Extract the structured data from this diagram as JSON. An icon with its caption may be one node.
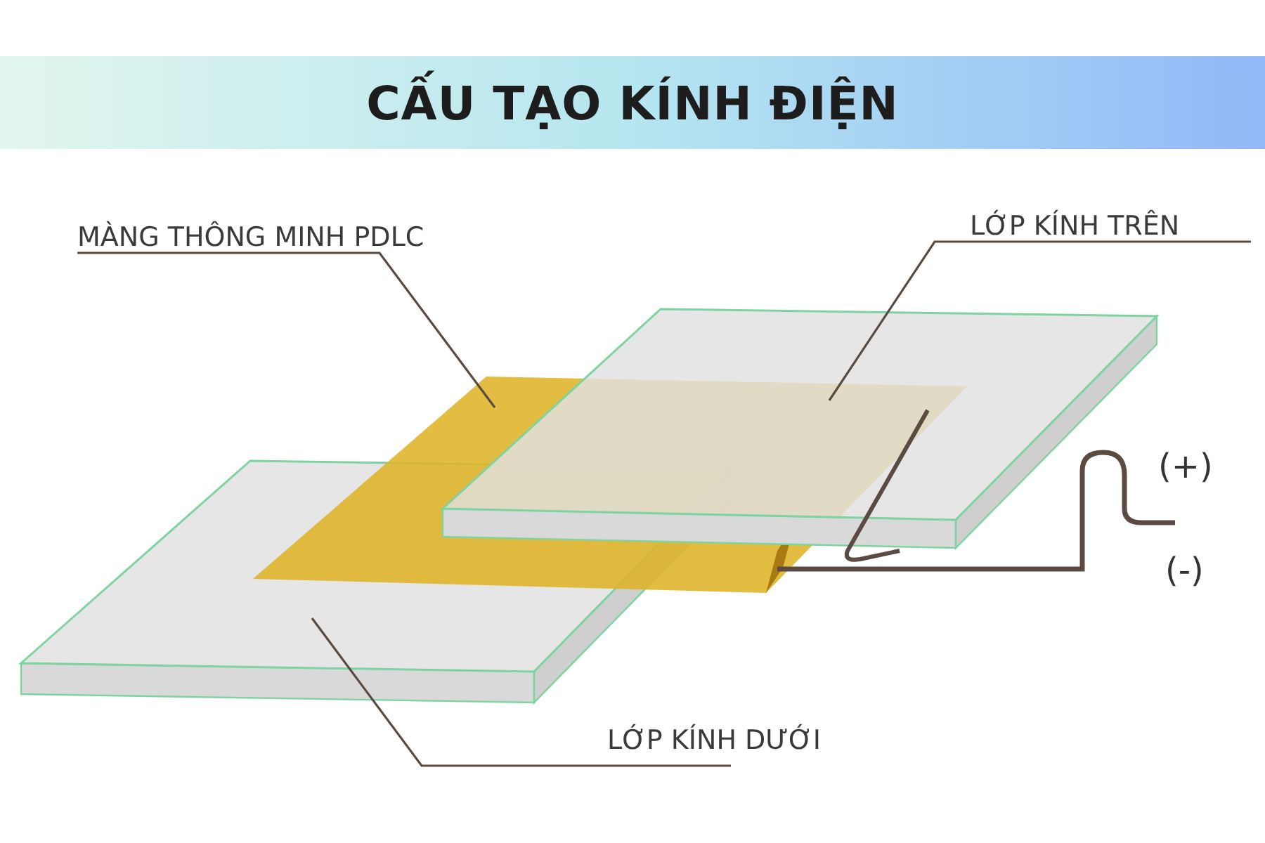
{
  "diagram": {
    "title": "CẤU TẠO KÍNH ĐIỆN",
    "nodes": [
      {
        "text": [
          "MÀNG THÔNG MINH PDLC"
        ]
      },
      {
        "text": [
          "LỚP KÍNH TRÊN"
        ]
      },
      {
        "text": [
          "LỚP KÍNH DƯỚI"
        ]
      },
      {
        "text": [],
        "shape": "box"
      },
      {
        "text": [],
        "shape": "box"
      },
      {
        "text": [],
        "shape": "box"
      }
    ],
    "edges": [
      {
        "from": 0,
        "to": 3,
        "arrow": "none"
      },
      {
        "from": 1,
        "to": 4,
        "arrow": "none"
      },
      {
        "from": 2,
        "to": 5,
        "arrow": "none"
      }
    ],
    "labels": [
      "(+)",
      "(-)"
    ]
  }
}
